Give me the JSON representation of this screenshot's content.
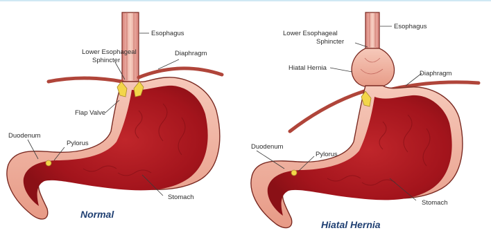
{
  "normal": {
    "caption": "Normal",
    "labels": {
      "esophagus": "Esophagus",
      "les_line1": "Lower Esophageal",
      "les_line2": "Sphincter",
      "diaphragm": "Diaphragm",
      "flap_valve": "Flap Valve",
      "duodenum": "Duodenum",
      "pylorus": "Pylorus",
      "stomach": "Stomach"
    }
  },
  "hiatal": {
    "caption": "Hiatal Hernia",
    "labels": {
      "esophagus": "Esophagus",
      "les_line1": "Lower Esophageal",
      "les_line2": "Sphincter",
      "hernia": "Hiatal Hernia",
      "diaphragm": "Diaphragm",
      "duodenum": "Duodenum",
      "pylorus": "Pylorus",
      "stomach": "Stomach"
    }
  },
  "colors": {
    "tissue_light": "#f2b8a8",
    "tissue_dark": "#a3141c",
    "outline": "#7a2a22",
    "diaphragm": "#b0453a",
    "sphincter": "#f3d64a",
    "caption": "#1f3f72"
  }
}
